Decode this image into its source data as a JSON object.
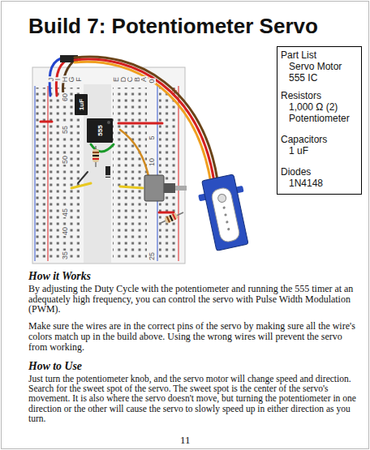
{
  "diagram": {
    "title": "Build 7: Potentiometer Servo",
    "nodes": [
      {
        "text": [
          "Part List",
          "Servo Motor",
          "555 IC",
          "Resistors",
          "1,000 Ω (2)",
          "Potentiometer",
          "Capacitors",
          "1 uF",
          "Diodes",
          "1N4148"
        ]
      }
    ],
    "labels": [
      "J",
      "I",
      "H",
      "G",
      "F",
      "E",
      "D",
      "C",
      "B",
      "A",
      "1uF",
      "555",
      "60",
      "55",
      "50",
      "45",
      "40",
      "35",
      "0",
      "5",
      "10",
      "25",
      "How it Works",
      "By adjusting the Duty Cycle with the potentiometer and running the 555 timer at an adequately high frequency, you can control the servo with Pulse Width Modulation (PWM).",
      "Make sure the wires are in the correct pins of the servo by making sure all the wire's colors match up in the build above. Using the wrong wires will prevent the servo from working.",
      "How to Use",
      "Just turn the potentiometer knob, and the servo motor will change speed and direction. Search for the sweet spot of the servo. The sweet spot is the center of the servo's movement. It is also where the servo doesn't move, but turning the potentiometer in one direction or the other will cause the servo to slowly speed up in either direction as you turn.",
      "11"
    ]
  }
}
